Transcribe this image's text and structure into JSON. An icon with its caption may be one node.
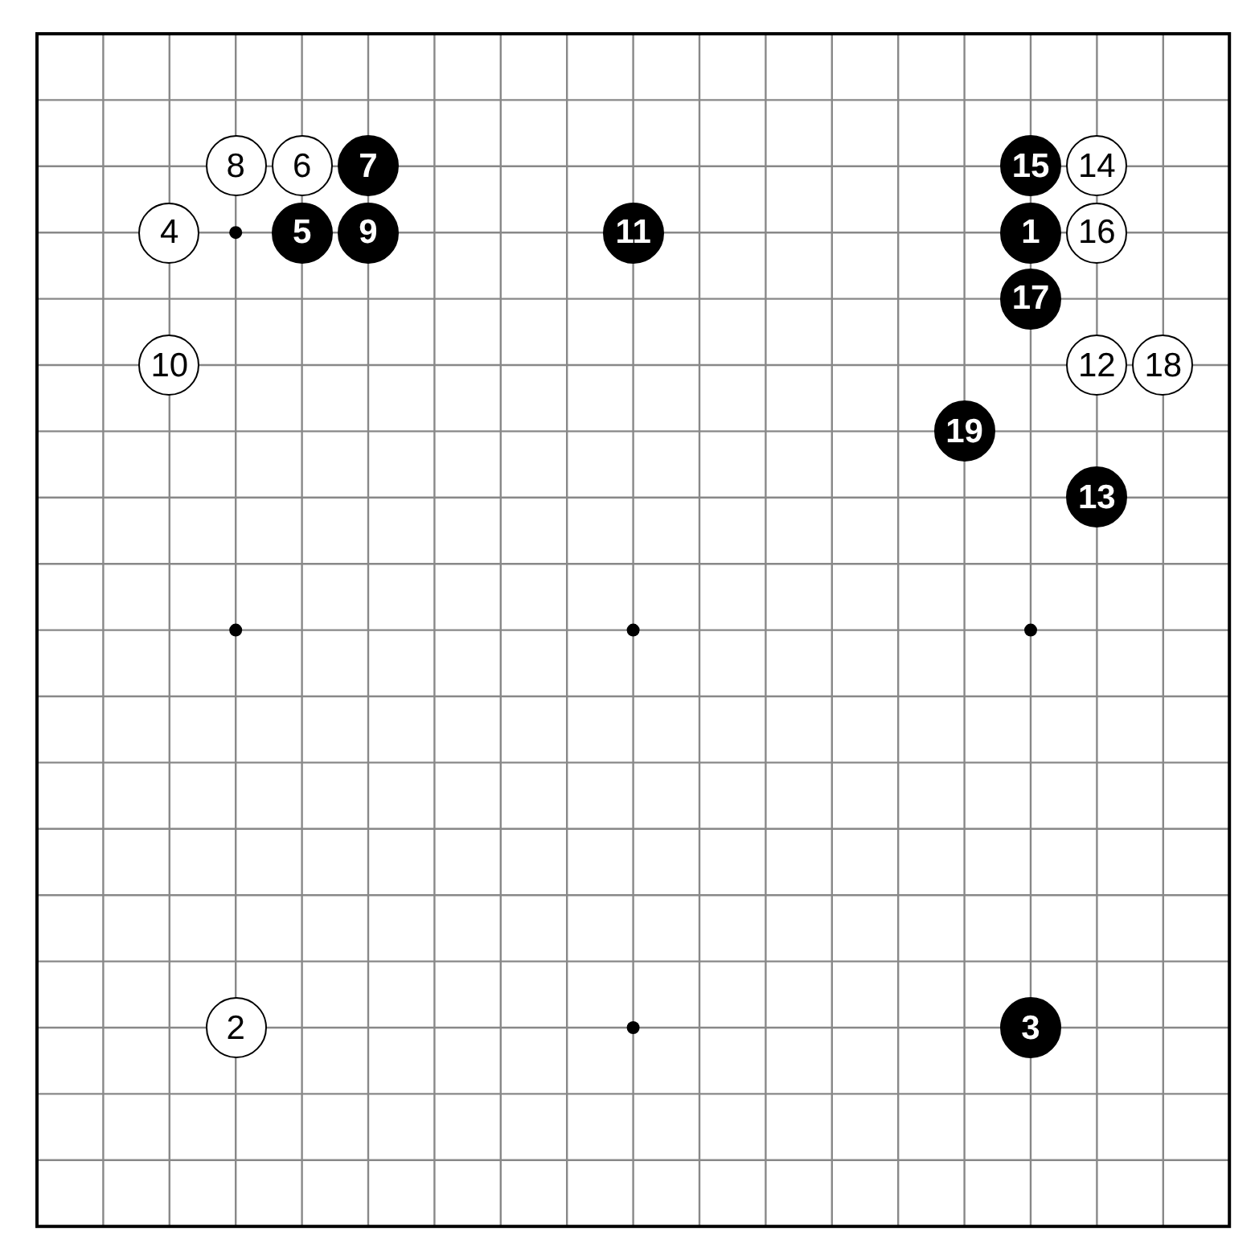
{
  "diagram": {
    "nodes": [
      {
        "text": [
          "8"
        ]
      },
      {
        "text": [
          "6"
        ]
      },
      {
        "text": [
          "7"
        ]
      },
      {
        "text": [
          "15"
        ]
      },
      {
        "text": [
          "14"
        ]
      },
      {
        "text": [
          "4"
        ]
      },
      {
        "text": [
          "5"
        ]
      },
      {
        "text": [
          "9"
        ]
      },
      {
        "text": [
          "11"
        ]
      },
      {
        "text": [
          "1"
        ]
      },
      {
        "text": [
          "16"
        ]
      },
      {
        "text": [
          "17"
        ]
      },
      {
        "text": [
          "10"
        ]
      },
      {
        "text": [
          "12"
        ]
      },
      {
        "text": [
          "18"
        ]
      },
      {
        "text": [
          "19"
        ]
      },
      {
        "text": [
          "13"
        ]
      },
      {
        "text": [
          "2"
        ]
      },
      {
        "text": [
          "3"
        ]
      }
    ]
  }
}
